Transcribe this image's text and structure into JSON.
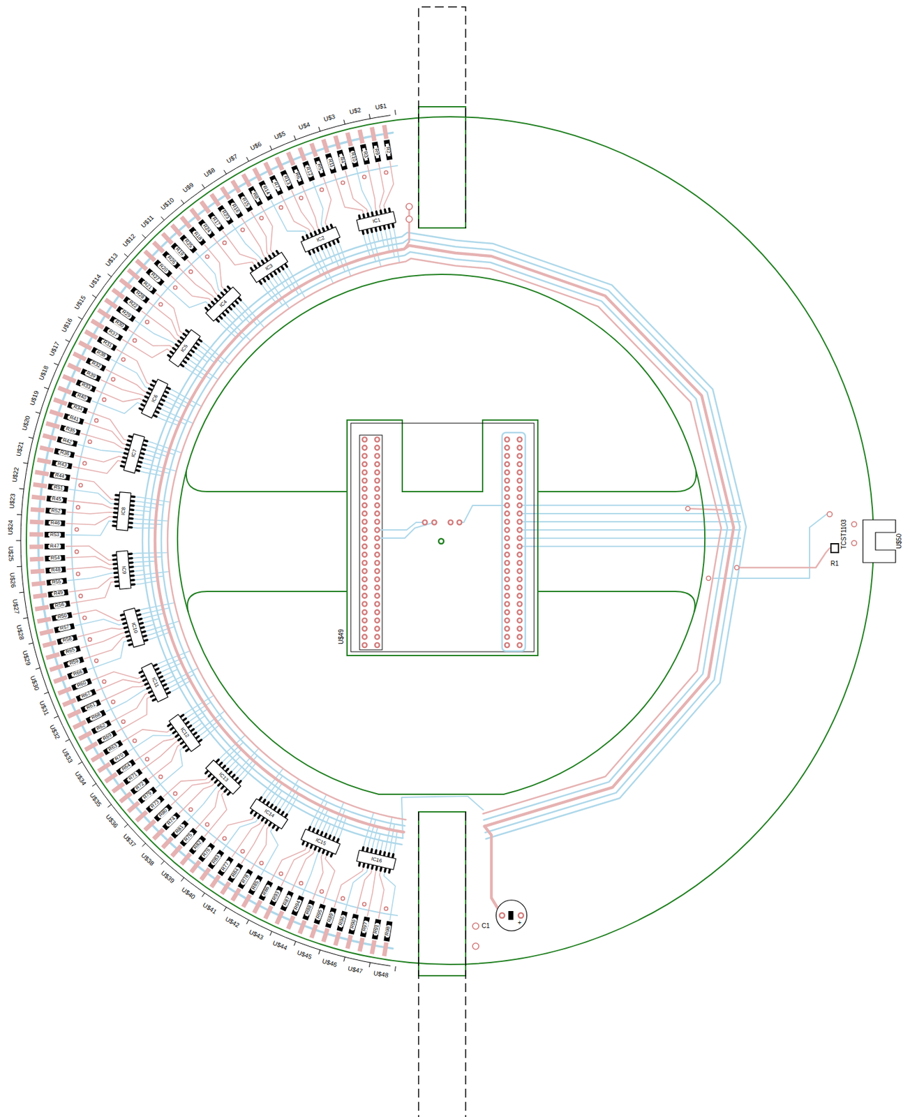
{
  "diagram": {
    "nodes": [
      {
        "text": [
          "U$49"
        ]
      },
      {
        "text": [
          "U$50"
        ]
      },
      {
        "text": [
          "C1",
          "+"
        ]
      }
    ],
    "labels": [
      "U$1",
      "U$2",
      "U$3",
      "U$4",
      "U$5",
      "U$6",
      "U$7",
      "U$8",
      "U$9",
      "U$10",
      "U$11",
      "U$12",
      "U$13",
      "U$14",
      "U$15",
      "U$16",
      "U$17",
      "U$18",
      "U$19",
      "U$20",
      "U$21",
      "U$22",
      "U$23",
      "U$24",
      "U$25",
      "U$26",
      "U$27",
      "U$28",
      "U$29",
      "U$30",
      "U$31",
      "U$32",
      "U$33",
      "U$34",
      "U$35",
      "U$36",
      "U$37",
      "U$38",
      "U$39",
      "U$40",
      "U$41",
      "U$42",
      "U$43",
      "U$44",
      "U$45",
      "U$46",
      "U$47",
      "U$48",
      "R2",
      "R9",
      "R3",
      "R10",
      "R4",
      "R11",
      "R5",
      "R12",
      "R6",
      "R13",
      "R7",
      "R14",
      "R8",
      "R15",
      "R16",
      "R23",
      "R17",
      "R24",
      "R18",
      "R25",
      "R19",
      "R26",
      "R20",
      "R27",
      "R21",
      "R28",
      "R22",
      "R29",
      "R30",
      "R37",
      "R31",
      "R38",
      "R32",
      "R39",
      "R33",
      "R40",
      "R34",
      "R41",
      "R35",
      "R42",
      "R36",
      "R43",
      "R44",
      "R51",
      "R45",
      "R52",
      "R46",
      "R53",
      "R47",
      "R54",
      "R48",
      "R55",
      "R49",
      "R56",
      "R50",
      "R57",
      "R58",
      "R65",
      "R59",
      "R66",
      "R60",
      "R67",
      "R61",
      "R68",
      "R62",
      "R69",
      "R63",
      "R70",
      "R64",
      "R71",
      "R72",
      "R79",
      "R73",
      "R80",
      "R74",
      "R81",
      "R75",
      "R82",
      "R76",
      "R83",
      "R77",
      "R84",
      "R78",
      "R85",
      "R86",
      "R93",
      "R87",
      "R94",
      "R88",
      "R95",
      "R89",
      "R96",
      "R90",
      "R97",
      "R91",
      "R98",
      "IC1",
      "IC2",
      "IC3",
      "IC4",
      "IC5",
      "IC6",
      "IC7",
      "IC8",
      "IC9",
      "IC10",
      "IC11",
      "IC12",
      "IC13",
      "IC14",
      "IC15",
      "IC16",
      "TCST1103",
      "R1"
    ]
  }
}
